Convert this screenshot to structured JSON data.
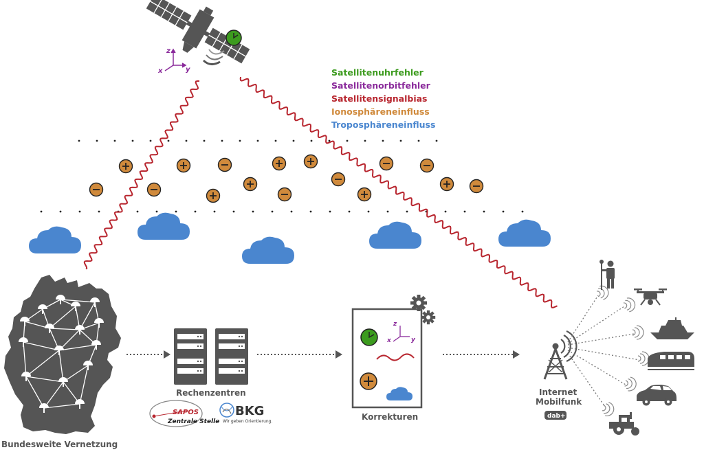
{
  "legend": {
    "items": [
      {
        "label": "Satellitenuhrfehler",
        "color": "#3c9b1e"
      },
      {
        "label": "Satellitenorbitfehler",
        "color": "#8a2a9b"
      },
      {
        "label": "Satellitensignalbias",
        "color": "#b8262f"
      },
      {
        "label": "Ionosphäreneinfluss",
        "color": "#d08a3c"
      },
      {
        "label": "Troposphäreneinfluss",
        "color": "#4a86cf"
      }
    ]
  },
  "axes": {
    "x": "x",
    "y": "y",
    "z": "z"
  },
  "labels": {
    "network": "Bundesweite Vernetzung",
    "datacenters": "Rechenzentren",
    "corrections": "Korrekturen",
    "internet": "Internet",
    "mobile": "Mobilfunk"
  },
  "logos": {
    "sapos_main": "SAPOS",
    "sapos_sub": "Zentrale Stelle",
    "bkg_main": "BKG",
    "bkg_sub": "Wir geben Orientierung.",
    "dab": "dab+"
  },
  "colors": {
    "gray": "#555555",
    "orange": "#d08a3c",
    "red": "#b8262f",
    "cloud": "#4a86cf",
    "green": "#3c9b1e",
    "purple": "#8a2a9b"
  }
}
